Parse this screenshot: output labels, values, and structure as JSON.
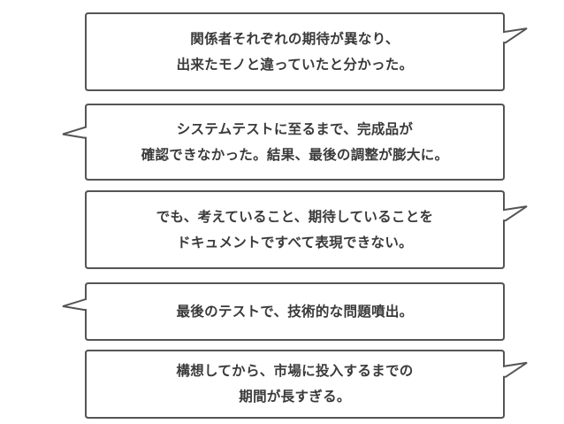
{
  "bubbles": [
    {
      "lines": [
        "関係者それぞれの期待が異なり、",
        "出来たモノと違っていたと分かった。"
      ],
      "tail": "right"
    },
    {
      "lines": [
        "システムテストに至るまで、完成品が",
        "確認できなかった。結果、最後の調整が膨大に。"
      ],
      "tail": "left"
    },
    {
      "lines": [
        "でも、考えていること、期待していることを",
        "ドキュメントですべて表現できない。"
      ],
      "tail": "right"
    },
    {
      "lines": [
        "最後のテストで、技術的な問題噴出。"
      ],
      "tail": "left"
    },
    {
      "lines": [
        "構想してから、市場に投入するまでの",
        "期間が長すぎる。"
      ],
      "tail": "right"
    }
  ],
  "colors": {
    "stroke": "#555555",
    "fill": "#ffffff",
    "text": "#3a3a3a"
  }
}
